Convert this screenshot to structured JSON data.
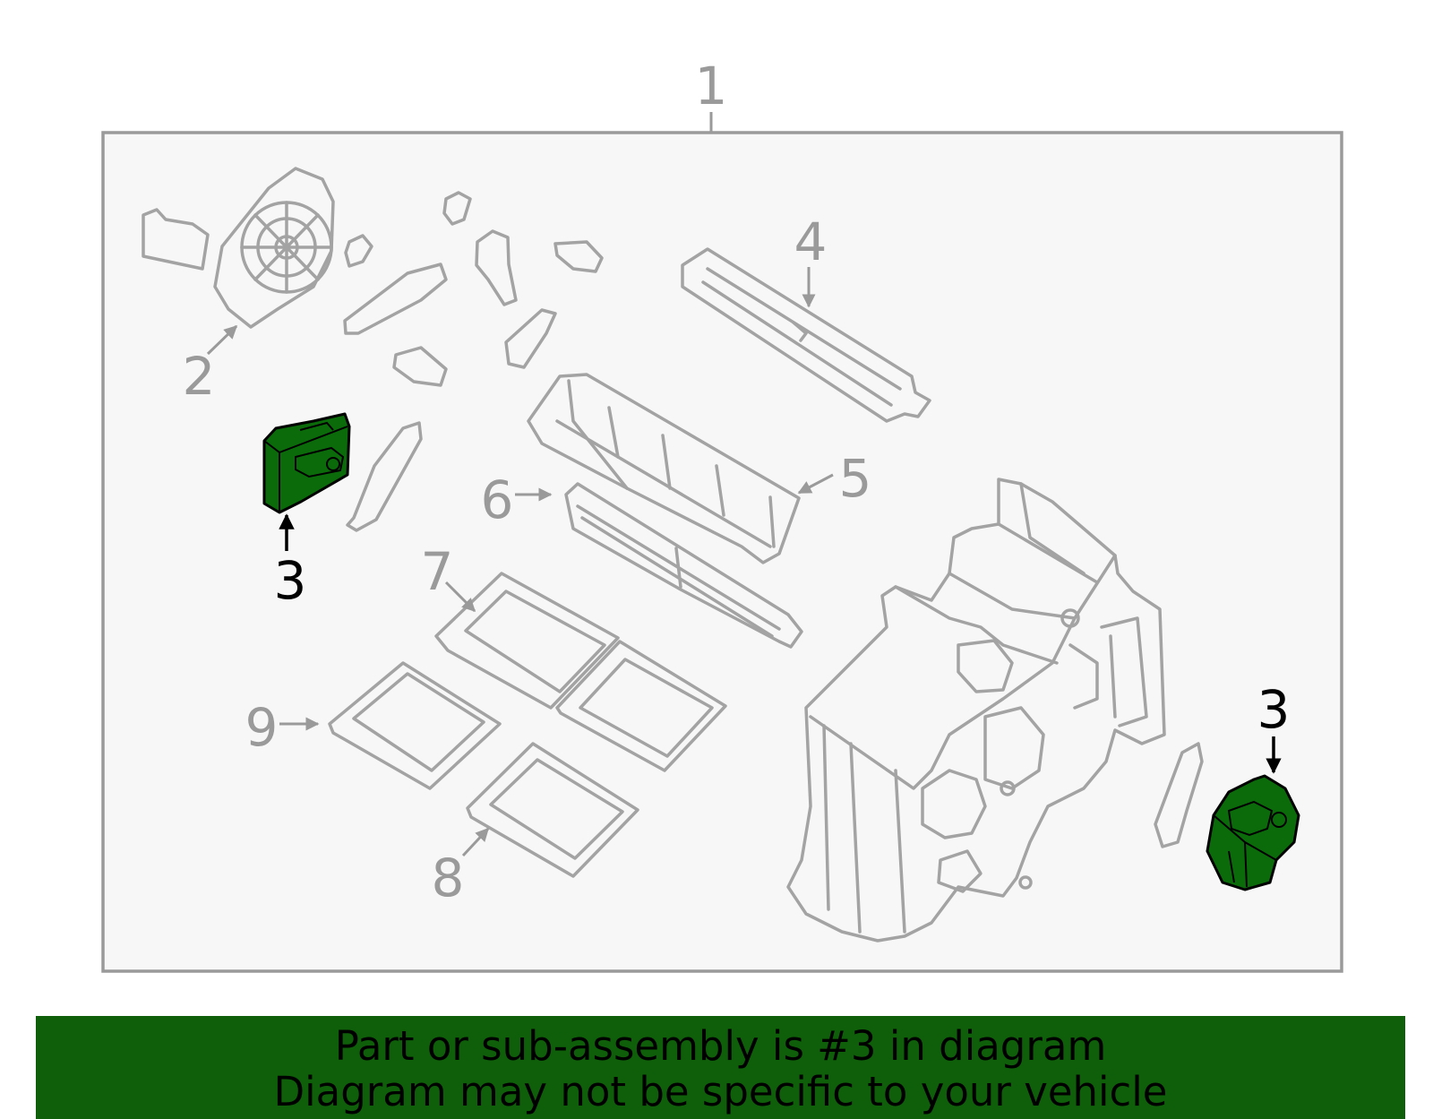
{
  "diagram": {
    "callouts": {
      "c1": "1",
      "c2": "2",
      "c3a": "3",
      "c3b": "3",
      "c4": "4",
      "c5": "5",
      "c6": "6",
      "c7": "7",
      "c8": "8",
      "c9": "9"
    },
    "highlight_color": "#0b6b0b",
    "outline_color": "#a3a3a3"
  },
  "banner": {
    "line1": "Part or sub-assembly is #3 in diagram",
    "line2": "Diagram may not be specific to your vehicle",
    "background": "#0f5f0a"
  }
}
